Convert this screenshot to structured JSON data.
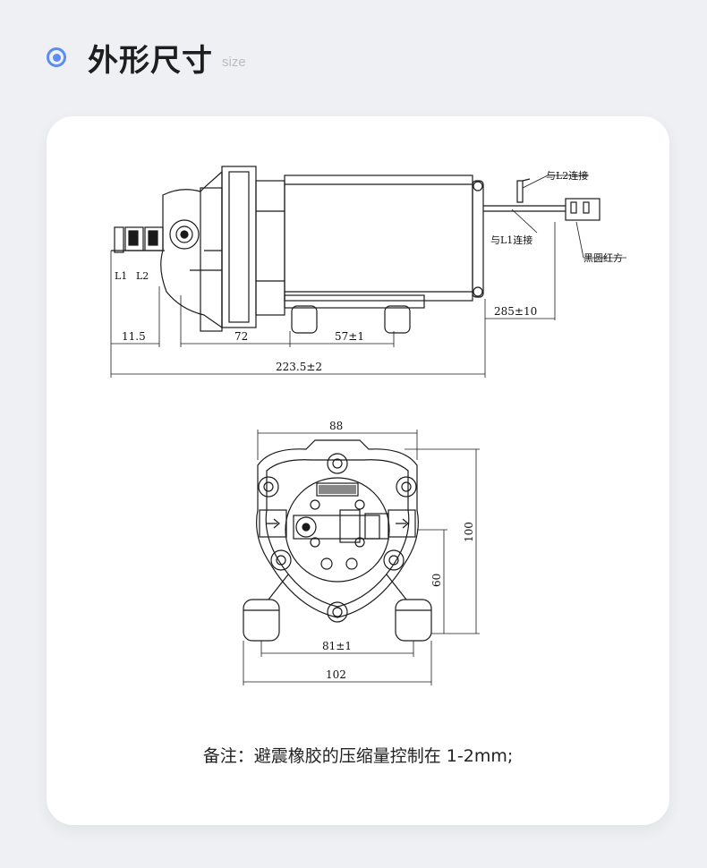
{
  "header": {
    "title": "外形尺寸",
    "subtitle": "size"
  },
  "side_view": {
    "labels": {
      "l1": "L1",
      "l2": "L2",
      "l2_connect": "与L2连接",
      "l1_connect": "与L1连接",
      "black_round_red_square": "黑圆红方"
    },
    "dims": {
      "d11_5": "11.5",
      "d72": "72",
      "d57": "57±1",
      "d285": "285±10",
      "d223": "223.5±2"
    }
  },
  "front_view": {
    "dims": {
      "d88": "88",
      "d100": "100",
      "d60": "60",
      "d81": "81±1",
      "d102": "102"
    }
  },
  "note": "备注：避震橡胶的压缩量控制在 1-2mm;",
  "colors": {
    "accent": "#5d8df2",
    "card_bg": "#ffffff",
    "page_bg": "#eef0f3"
  }
}
